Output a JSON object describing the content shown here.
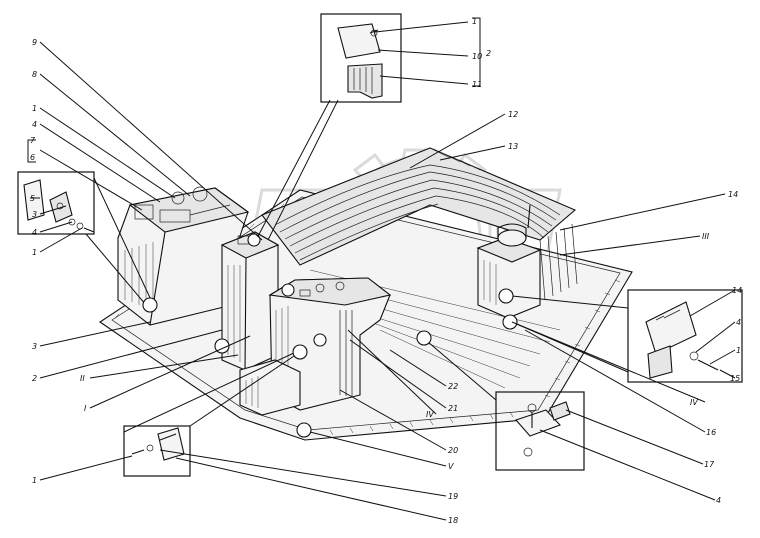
{
  "diagram": {
    "callouts": [
      {
        "id": "c-top-1",
        "text": "1"
      },
      {
        "id": "c-top-10",
        "text": "10"
      },
      {
        "id": "c-top-2",
        "text": "2"
      },
      {
        "id": "c-top-11",
        "text": "11"
      },
      {
        "id": "c-9",
        "text": "9"
      },
      {
        "id": "c-8",
        "text": "8"
      },
      {
        "id": "c-left-1a",
        "text": "1"
      },
      {
        "id": "c-left-4a",
        "text": "4"
      },
      {
        "id": "c-7",
        "text": "7"
      },
      {
        "id": "c-6",
        "text": "6"
      },
      {
        "id": "c-5",
        "text": "5"
      },
      {
        "id": "c-left-3a",
        "text": "3"
      },
      {
        "id": "c-left-4b",
        "text": "4"
      },
      {
        "id": "c-left-1b",
        "text": "1"
      },
      {
        "id": "c-left-3b",
        "text": "3"
      },
      {
        "id": "c-left-2",
        "text": "2"
      },
      {
        "id": "c-II",
        "text": "II"
      },
      {
        "id": "c-I",
        "text": "I"
      },
      {
        "id": "c-12",
        "text": "12"
      },
      {
        "id": "c-13",
        "text": "13"
      },
      {
        "id": "c-14-top",
        "text": "14"
      },
      {
        "id": "c-III",
        "text": "III"
      },
      {
        "id": "c-14-right",
        "text": "14"
      },
      {
        "id": "c-right-4",
        "text": "4"
      },
      {
        "id": "c-right-1",
        "text": "1"
      },
      {
        "id": "c-15",
        "text": "15"
      },
      {
        "id": "c-IV-right",
        "text": "IV"
      },
      {
        "id": "c-16",
        "text": "16"
      },
      {
        "id": "c-17",
        "text": "17"
      },
      {
        "id": "c-bot-4",
        "text": "4"
      },
      {
        "id": "c-22",
        "text": "22"
      },
      {
        "id": "c-21",
        "text": "21"
      },
      {
        "id": "c-IV-mid",
        "text": "IV"
      },
      {
        "id": "c-20",
        "text": "20"
      },
      {
        "id": "c-V",
        "text": "V"
      },
      {
        "id": "c-bot-1",
        "text": "1"
      },
      {
        "id": "c-19",
        "text": "19"
      },
      {
        "id": "c-18",
        "text": "18"
      }
    ]
  }
}
